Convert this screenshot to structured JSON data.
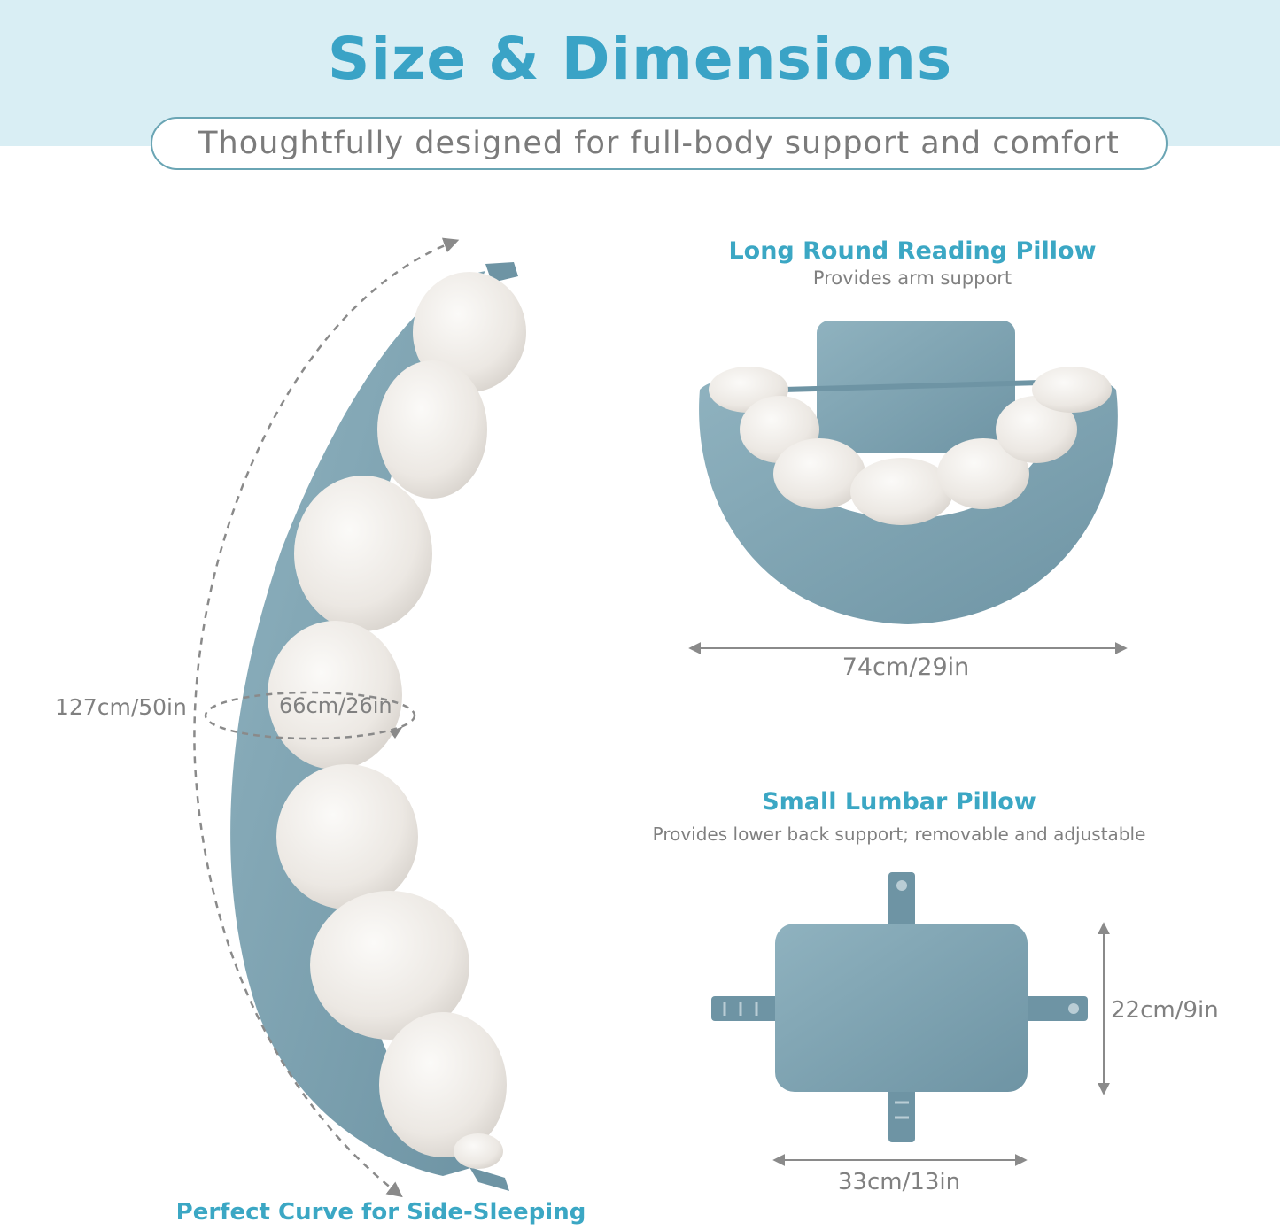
{
  "header": {
    "title": "Size & Dimensions",
    "subtitle": "Thoughtfully designed for full-body support and comfort"
  },
  "body_pillow": {
    "length": "127cm/50in",
    "circumference": "66cm/26in",
    "caption": "Perfect Curve for Side-Sleeping"
  },
  "reading_pillow": {
    "title": "Long Round Reading Pillow",
    "subtitle": "Provides arm support",
    "width": "74cm/29in"
  },
  "lumbar_pillow": {
    "title": "Small Lumbar Pillow",
    "subtitle": "Provides lower back support; removable and adjustable",
    "height": "22cm/9in",
    "width": "33cm/13in"
  },
  "colors": {
    "accent": "#3aa3c6",
    "band": "#d9eef4",
    "fabric_blue": "#7ea3b2",
    "fabric_white": "#eeeae6"
  }
}
